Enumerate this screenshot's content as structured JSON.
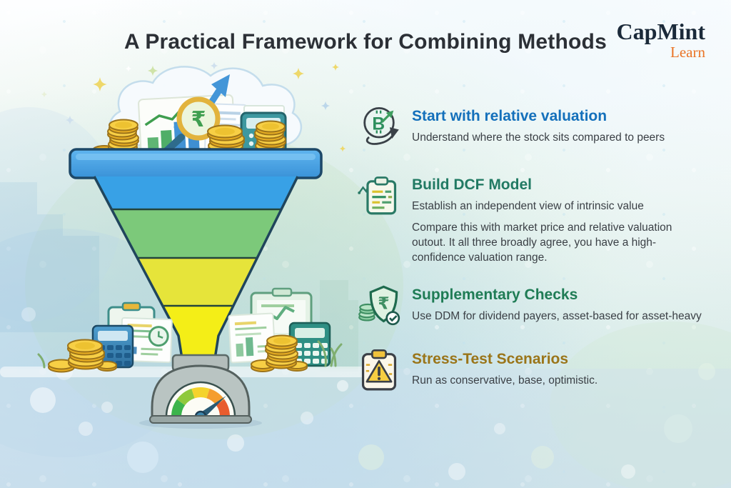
{
  "header": {
    "title": "A Practical Framework for Combining Methods",
    "brand_name": "CapMint",
    "brand_sub": "Learn"
  },
  "steps": [
    {
      "icon": "relative-valuation-icon",
      "title": "Start with relative valuation",
      "title_color": "#1470bb",
      "lines": [
        "Understand where the stock sits compared to peers"
      ]
    },
    {
      "icon": "dcf-clipboard-icon",
      "title": "Build DCF Model",
      "title_color": "#217a63",
      "lines": [
        "Establish an independent view of intrinsic value"
      ],
      "paragraph": [
        "Compare this with market price and relative valuation",
        "outout. It all three broadly agree, you have a high-",
        "confidence valuation range."
      ]
    },
    {
      "icon": "shield-rupee-icon",
      "title": "Supplementary Checks",
      "title_color": "#1f7c55",
      "lines": [
        "Use DDM for dividend payers, asset-based for asset-heavy"
      ]
    },
    {
      "icon": "stress-test-icon",
      "title": "Stress-Test Scenarios",
      "title_color": "#9a7519",
      "lines": [
        "Run as conservative, base, optimistic."
      ]
    }
  ],
  "funnel": {
    "stage_colors": [
      "#38a1e6",
      "#7cc97a",
      "#e6e43a",
      "#f4ee17"
    ],
    "rim_color": "#47a6e8",
    "outline_color": "#20455c",
    "gauge_segments": [
      "#3cb44c",
      "#8fc93c",
      "#f4d32c",
      "#f59d2e",
      "#e85c2e"
    ]
  },
  "symbols": {
    "rupee": "₹",
    "currency_b": "B"
  }
}
